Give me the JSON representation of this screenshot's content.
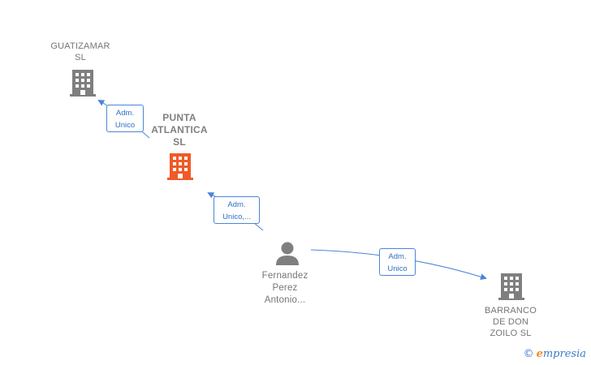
{
  "nodes": {
    "guatizamar": {
      "lines": [
        "GUATIZAMAR",
        "SL"
      ],
      "icon": "building-icon",
      "color": "#7f7f7f"
    },
    "punta": {
      "lines": [
        "PUNTA",
        "ATLANTICA",
        "SL"
      ],
      "icon": "building-icon",
      "color": "#f05a28"
    },
    "fernandez": {
      "lines": [
        "Fernandez",
        "Perez",
        "Antonio..."
      ],
      "icon": "person-icon",
      "color": "#7f7f7f"
    },
    "barranco": {
      "lines": [
        "BARRANCO",
        "DE DON",
        "ZOILO SL"
      ],
      "icon": "building-icon",
      "color": "#7f7f7f"
    }
  },
  "edges": {
    "e1": {
      "lines": [
        "Adm.",
        "Unico"
      ]
    },
    "e2": {
      "lines": [
        "Adm.",
        "Unico,..."
      ]
    },
    "e3": {
      "lines": [
        "Adm.",
        "Unico"
      ]
    }
  },
  "footer": {
    "copyright": "©",
    "brand_initial": "e",
    "brand_rest": "mpresia"
  },
  "colors": {
    "edge": "#4a86d8",
    "text": "#757575",
    "highlight": "#f05a28"
  }
}
